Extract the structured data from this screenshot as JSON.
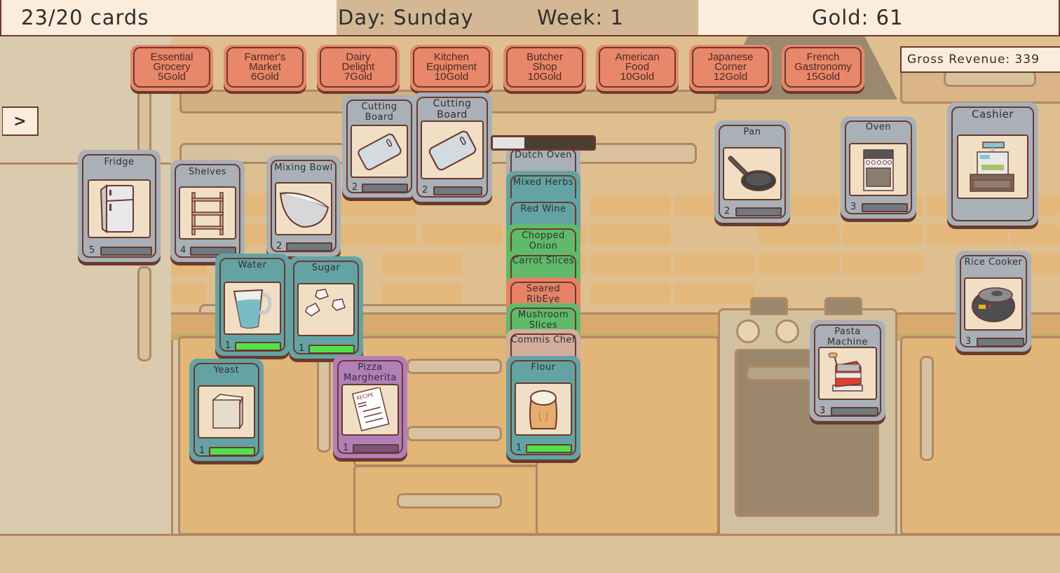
{
  "topbar": {
    "cards": "23/20 cards",
    "day": "Day: Sunday",
    "week": "Week: 1",
    "gold": "Gold: 61"
  },
  "gross_revenue": "Gross Revenue: 339",
  "side_toggle": ">",
  "shops": [
    {
      "label": "Essential\nGrocery\n5Gold"
    },
    {
      "label": "Farmer's\nMarket\n6Gold"
    },
    {
      "label": "Dairy\nDelight\n7Gold"
    },
    {
      "label": "Kitchen\nEquipment\n10Gold"
    },
    {
      "label": "Butcher\nShop\n10Gold"
    },
    {
      "label": "American\nFood\n10Gold"
    },
    {
      "label": "Japanese\nCorner\n12Gold"
    },
    {
      "label": "French\nGastronomy\n15Gold"
    }
  ],
  "cards": {
    "fridge": {
      "title": "Fridge",
      "count": "5",
      "icon": "fridge-icon"
    },
    "shelves": {
      "title": "Shelves",
      "count": "4",
      "icon": "shelves-icon"
    },
    "mixing_bowl": {
      "title": "Mixing Bowl",
      "count": "2",
      "icon": "bowl-icon"
    },
    "cutting_board_1": {
      "title": "Cutting\nBoard",
      "count": "2",
      "icon": "cutting-board-icon"
    },
    "cutting_board_2": {
      "title": "Cutting\nBoard",
      "count": "2",
      "icon": "cutting-board-icon"
    },
    "pan": {
      "title": "Pan",
      "count": "2",
      "icon": "pan-icon"
    },
    "oven": {
      "title": "Oven",
      "count": "3",
      "icon": "oven-icon"
    },
    "cashier": {
      "title": "Cashier",
      "icon": "cash-register-icon"
    },
    "rice_cooker": {
      "title": "Rice Cooker",
      "count": "3",
      "icon": "rice-cooker-icon"
    },
    "pasta_machine": {
      "title": "Pasta\nMachine",
      "count": "3",
      "icon": "pasta-machine-icon"
    },
    "water": {
      "title": "Water",
      "count": "1",
      "icon": "water-jug-icon"
    },
    "sugar": {
      "title": "Sugar",
      "count": "1",
      "icon": "sugar-cubes-icon"
    },
    "yeast": {
      "title": "Yeast",
      "count": "1",
      "icon": "yeast-block-icon"
    },
    "pizza": {
      "title": "Pizza\nMargherita",
      "count": "1",
      "icon": "recipe-icon",
      "recipe_text": "RECIPE"
    },
    "flour": {
      "title": "Flour",
      "count": "1",
      "icon": "flour-sack-icon"
    }
  },
  "stack": [
    {
      "title": "Dutch Oven",
      "type": "equipment"
    },
    {
      "title": "Mixed Herbs",
      "type": "ingredient"
    },
    {
      "title": "Red Wine",
      "type": "ingredient"
    },
    {
      "title": "Chopped\nOnion",
      "type": "prepared"
    },
    {
      "title": "Carrot Slices",
      "type": "prepared"
    },
    {
      "title": "Seared\nRibEye",
      "type": "meat"
    },
    {
      "title": "Mushroom\nSlices",
      "type": "prepared"
    },
    {
      "title": "Commis Chef",
      "type": "staff"
    }
  ],
  "stack_progress": {
    "percent": 31
  },
  "colors": {
    "equipment": "#a9b0b7",
    "ingredient": "#64a3a4",
    "prepared": "#5fbb6a",
    "meat": "#e88266",
    "staff": "#d3ad9e",
    "recipe": "#b27fb9",
    "shop": "#e8876a",
    "outline": "#6b3a2e"
  }
}
